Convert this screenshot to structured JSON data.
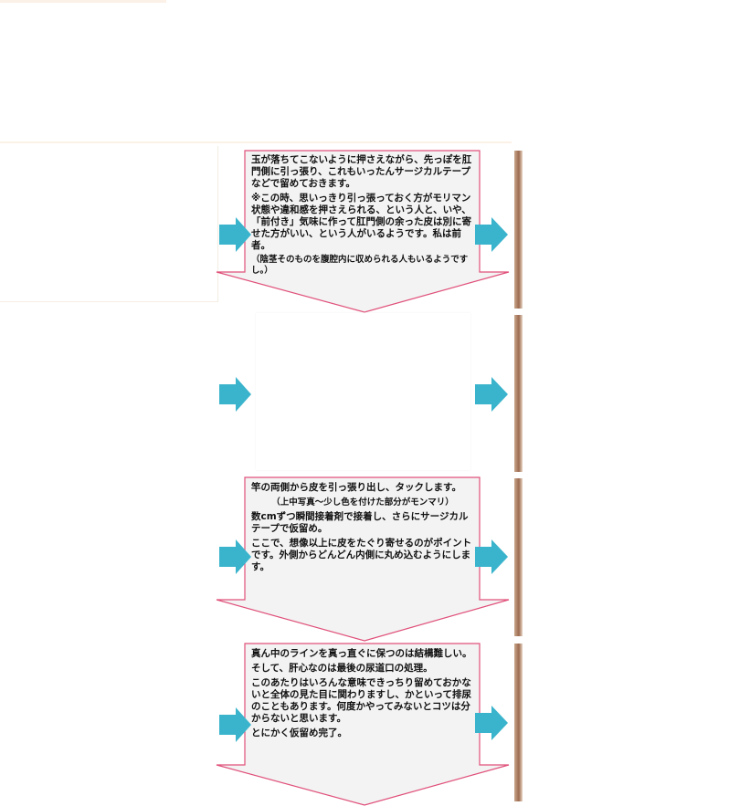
{
  "colors": {
    "arrow_fill": "#3ab4cc",
    "frame_border": "#e0507a",
    "box_fill": "#f3f3f3"
  },
  "icons": {
    "flow_arrow": "right-arrow-icon",
    "step_arrow": "down-chevron-arrow"
  },
  "steps": [
    {
      "paragraphs": [
        "玉が落ちてこないように押さえながら、先っぽを肛門側に引っ張り、これもいったんサージカルテープなどで留めておきます。",
        "※この時、思いっきり引っ張っておく方がモリマン状態や違和感を押さえられる、という人と、いや、「前付き」気味に作って肛門側の余った皮は別に寄せた方がいい、という人がいるようです。私は前者。",
        "（陰茎そのものを腹腔内に収められる人もいるようですし。）"
      ]
    },
    {
      "paragraphs": []
    },
    {
      "paragraphs": [
        "竿の両側から皮を引っ張り出し、タックします。",
        "（上中写真～少し色を付けた部分がモンマリ）",
        "数cmずつ瞬間接着剤で接着し、さらにサージカルテープで仮留め。",
        "ここで、想像以上に皮をたぐり寄せるのがポイントです。外側からどんどん内側に丸め込むようにします。"
      ]
    },
    {
      "paragraphs": [
        "真ん中のラインを真っ直ぐに保つのは結構難しい。",
        "そして、肝心なのは最後の尿道口の処理。",
        "このあたりはいろんな意味できっちり留めておかないと全体の見た目に関わりますし、かといって排尿のこともあります。何度かやってみないとコツは分からないと思います。",
        "とにかく仮留め完了。"
      ]
    }
  ]
}
